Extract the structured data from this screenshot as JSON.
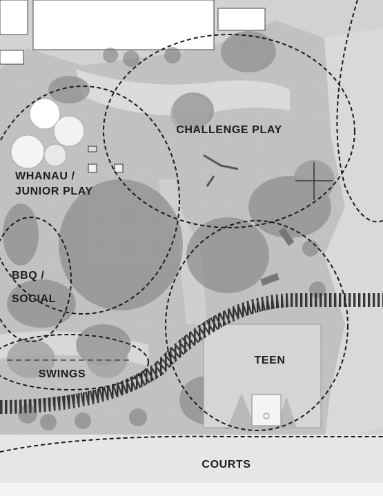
{
  "map": {
    "zones": {
      "challenge_play": "CHALLENGE PLAY",
      "whanau_line1": "WHANAU /",
      "whanau_line2": "JUNIOR PLAY",
      "bbq_line1": "BBQ /",
      "bbq_line2": "SOCIAL",
      "swings": "SWINGS",
      "teen": "TEEN",
      "courts": "COURTS"
    },
    "colors": {
      "ground": "#c8c8c8",
      "paving": "#b4b4b4",
      "trees": "#8e8e8e",
      "building": "#ffffff",
      "zone_outline": "#1a1a1a",
      "track": "#3a3a3a"
    },
    "icons": [
      "tree-canopy-icon",
      "play-equipment-icon",
      "basketball-court-icon",
      "bench-icon"
    ]
  }
}
